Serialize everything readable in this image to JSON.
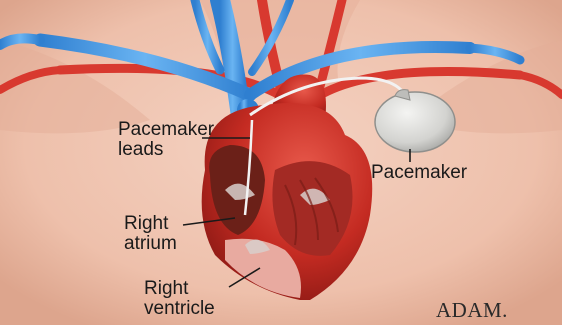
{
  "labels": {
    "pacemaker_leads": [
      "Pacemaker",
      "leads"
    ],
    "pacemaker": "Pacemaker",
    "right_atrium": [
      "Right",
      "atrium"
    ],
    "right_ventricle": [
      "Right",
      "ventricle"
    ]
  },
  "watermark": "ADAM.",
  "colors": {
    "skin": "#eec2ae",
    "vein": "#4f9fe6",
    "artery": "#d8392f",
    "heart": "#c42b22",
    "device": "#d7d7d5"
  }
}
